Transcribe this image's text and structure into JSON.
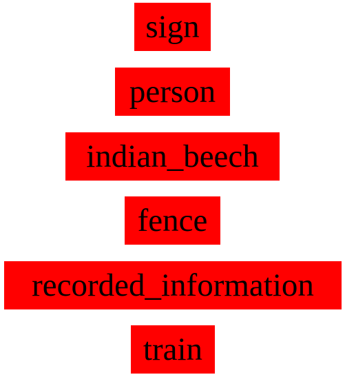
{
  "labels": [
    "sign",
    "person",
    "indian_beech",
    "fence",
    "recorded_information",
    "train"
  ],
  "colors": {
    "label_background": "#ff0000",
    "label_text": "#000000",
    "page_background": "#ffffff"
  }
}
